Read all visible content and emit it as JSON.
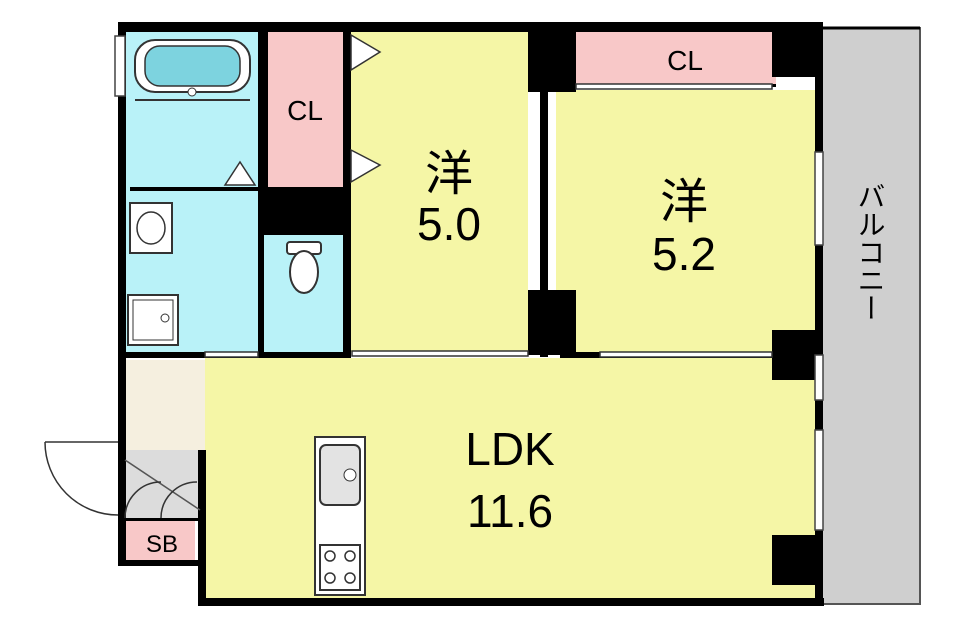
{
  "rooms": {
    "western1": {
      "kind": "洋",
      "size": "5.0"
    },
    "western2": {
      "kind": "洋",
      "size": "5.2"
    },
    "ldk": {
      "kind": "LDK",
      "size": "11.6"
    }
  },
  "closets": {
    "left": "CL",
    "top_right": "CL"
  },
  "shoe_box": "SB",
  "balcony": "バルコニー",
  "colors": {
    "wet_area": "#b9f2f8",
    "living": "#f5f6a6",
    "closet": "#f8c8c8",
    "entry": "#f5efdf",
    "balcony": "#cfcfcf",
    "wall": "#000000"
  },
  "fixtures": [
    "bathtub",
    "washbasin",
    "washing-machine-pan",
    "toilet",
    "kitchen-sink",
    "gas-stove",
    "entrance-door"
  ]
}
